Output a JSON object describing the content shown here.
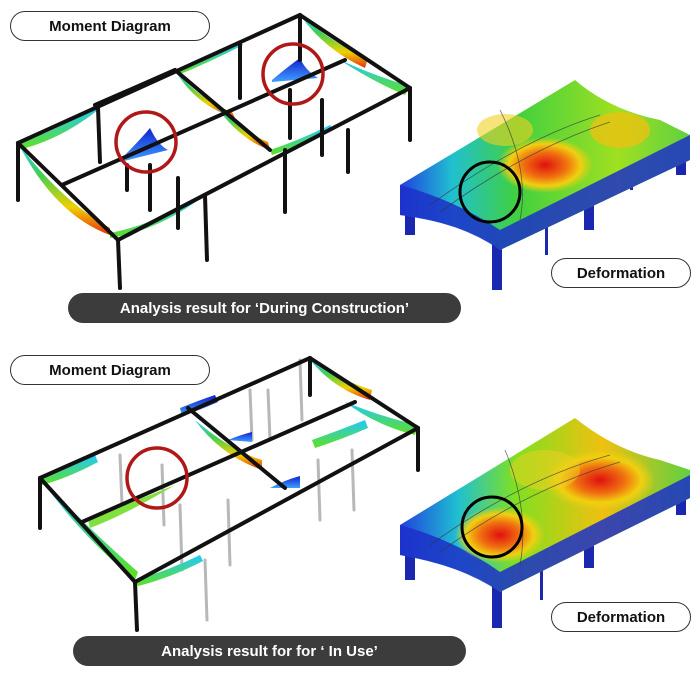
{
  "panels": [
    {
      "moment_label": "Moment Diagram",
      "deformation_label": "Deformation",
      "caption": "Analysis result for ‘During Construction’"
    },
    {
      "moment_label": "Moment Diagram",
      "deformation_label": "Deformation",
      "caption": "Analysis result for for ‘ In Use’"
    }
  ],
  "colors": {
    "frame": "#111111",
    "highlight_ring": "#b01818",
    "deform_ring": "#000000",
    "scale_low": "#1428c8",
    "scale_mid": "#30d040",
    "scale_high": "#e01010"
  }
}
